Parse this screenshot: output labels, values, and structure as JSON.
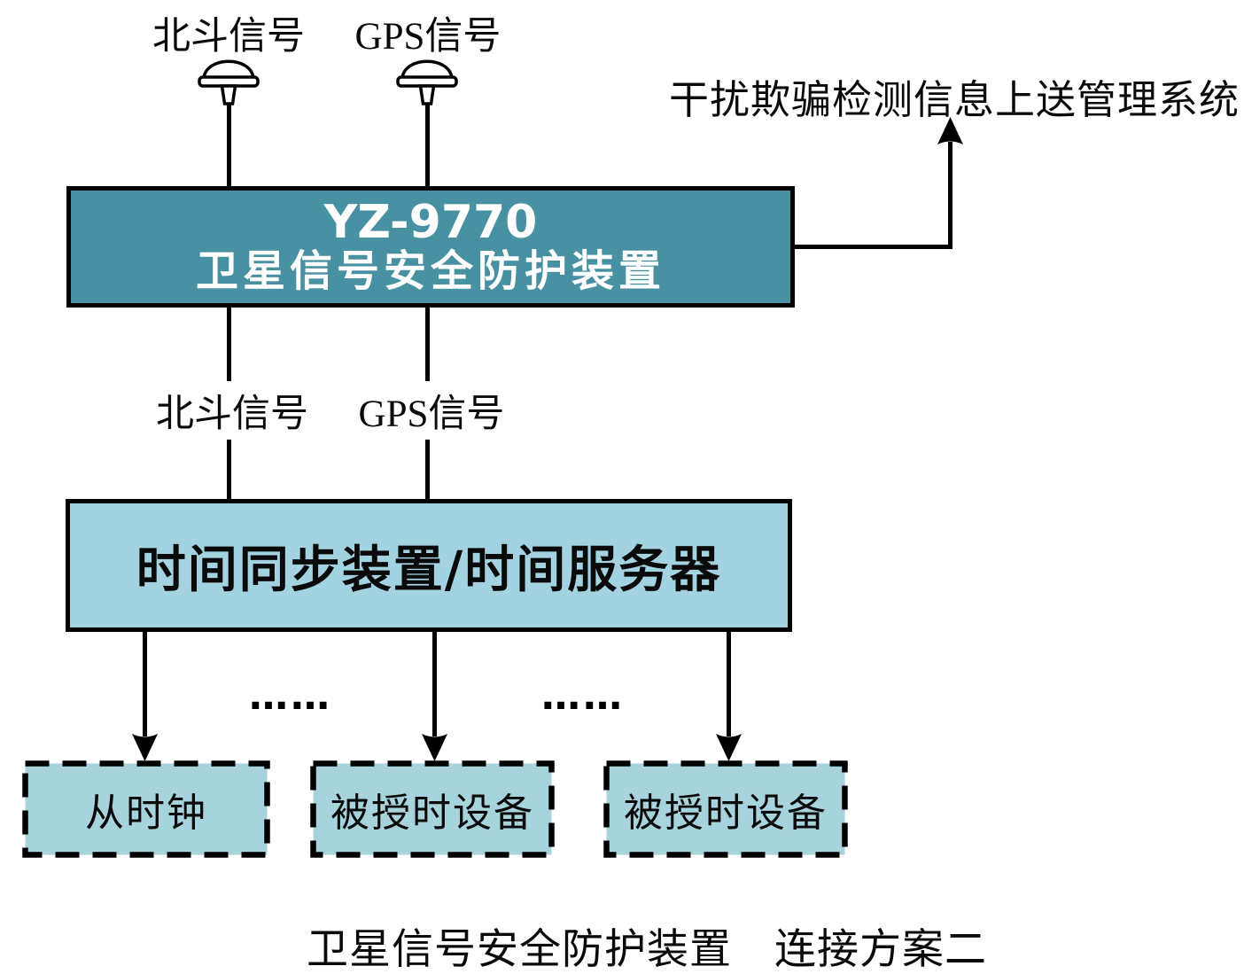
{
  "diagram": {
    "antenna_labels": [
      "北斗信号",
      "GPS信号"
    ],
    "top_right_text": "干扰欺骗检测信息上送管理系统",
    "device_box": {
      "model": "YZ-9770",
      "name": "卫星信号安全防护装置"
    },
    "mid_labels": [
      "北斗信号",
      "GPS信号"
    ],
    "time_box_label": "时间同步装置/时间服务器",
    "ellipsis": "……",
    "terminal_boxes": [
      "从时钟",
      "被授时设备",
      "被授时设备"
    ],
    "caption": "卫星信号安全防护装置　连接方案二",
    "colors": {
      "device_fill": "#4791A3",
      "time_fill": "#A3D3E0",
      "terminal_fill": "#A7D3DC",
      "line_color": "#000000"
    }
  }
}
